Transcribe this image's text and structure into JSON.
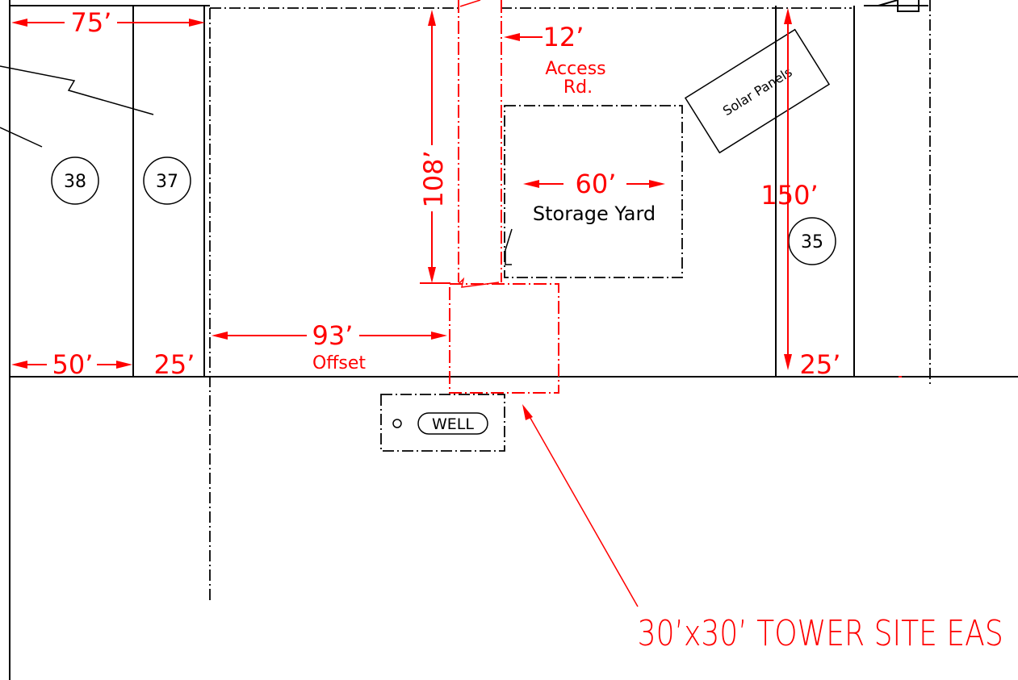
{
  "lots": {
    "lot_38": "38",
    "lot_37": "37",
    "lot_35": "35"
  },
  "dimensions": {
    "top_75": "75’",
    "bottom_50": "50’",
    "bottom_25_left": "25’",
    "offset_93": "93’",
    "offset_label": "Offset",
    "height_108": "108’",
    "road_12": "12’",
    "yard_60": "60’",
    "height_150": "150’",
    "bottom_25_right": "25’"
  },
  "labels": {
    "access_road_line1": "Access",
    "access_road_line2": "Rd.",
    "storage_yard": "Storage Yard",
    "solar_panels": "Solar Panels",
    "well": "WELL",
    "tower_site": "30’x30’ TOWER SITE EAS"
  },
  "colors": {
    "annotation": "#ff0000",
    "linework": "#000000",
    "background": "#ffffff"
  }
}
